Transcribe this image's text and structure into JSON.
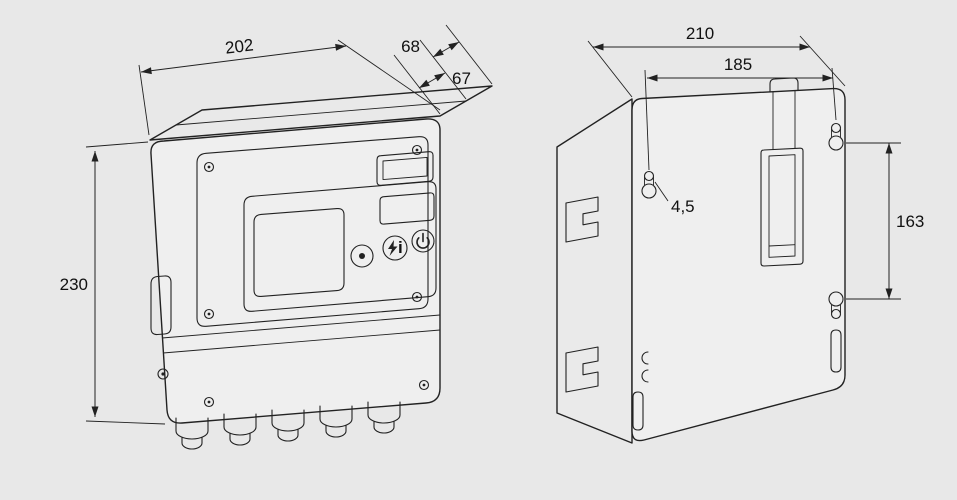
{
  "colors": {
    "background": "#e8e8e8",
    "line": "#222222",
    "face": "#efefef"
  },
  "front_view": {
    "dim_width": "202",
    "dim_depth_housing": "68",
    "dim_depth_cover": "67",
    "dim_height": "230",
    "info_icon_text": "i",
    "buttons": [
      {
        "icon": "reset-dot-icon"
      },
      {
        "icon": "lightning-info-icon"
      },
      {
        "icon": "power-icon"
      }
    ]
  },
  "back_view": {
    "dim_width": "210",
    "dim_hole_spacing_horizontal": "185",
    "dim_hole_diameter": "4,5",
    "dim_hole_spacing_vertical": "163"
  }
}
